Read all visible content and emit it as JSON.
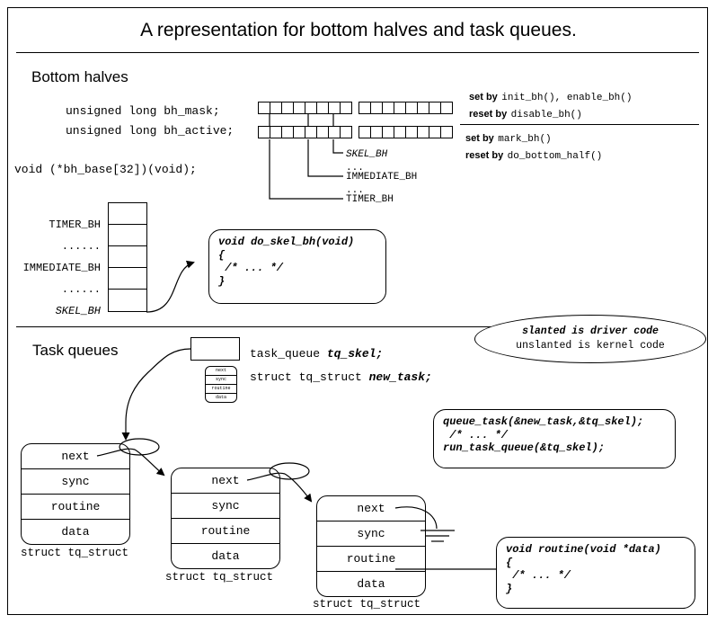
{
  "title": "A representation for bottom halves and task queues.",
  "sections": {
    "bottom_halves": {
      "heading": "Bottom halves",
      "declarations": [
        "unsigned long bh_mask;",
        "unsigned long bh_active;",
        "void (*bh_base[32])(void);"
      ],
      "bh_mask_note": {
        "set_label": "set by",
        "set_value": "init_bh(), enable_bh()",
        "reset_label": "reset by",
        "reset_value": "disable_bh()"
      },
      "bh_active_note": {
        "set_label": "set by",
        "set_value": "mark_bh()",
        "reset_label": "reset by",
        "reset_value": "do_bottom_half()"
      },
      "bit_leaders": [
        "SKEL_BH",
        "...",
        "IMMEDIATE_BH",
        "...",
        "TIMER_BH"
      ],
      "bh_base_rows": [
        "TIMER_BH",
        "......",
        "IMMEDIATE_BH",
        "......",
        "SKEL_BH"
      ],
      "bh_cells": 5,
      "bits_per_group": 8,
      "bit_groups": 2,
      "skel_code": [
        "void do_skel_bh(void)",
        "{",
        " /* ... */",
        "}"
      ]
    },
    "legend": {
      "line1": "slanted is driver code",
      "line2": "unslanted is kernel code"
    },
    "task_queues": {
      "heading": "Task queues",
      "decl_queue_type": "task_queue ",
      "decl_queue_var": "tq_skel;",
      "decl_struct_type": "struct tq_struct ",
      "decl_struct_var": "new_task;",
      "usage_code": [
        "queue_task(&new_task,&tq_skel);",
        " /* ... */",
        "run_task_queue(&tq_skel);"
      ],
      "struct_fields": [
        "next",
        "sync",
        "routine",
        "data"
      ],
      "struct_caption": "struct tq_struct",
      "struct_count": 3,
      "routine_code": [
        "void routine(void *data)",
        "{",
        " /* ... */",
        "}"
      ]
    }
  },
  "colors": {
    "ink": "#000000",
    "paper": "#ffffff"
  }
}
